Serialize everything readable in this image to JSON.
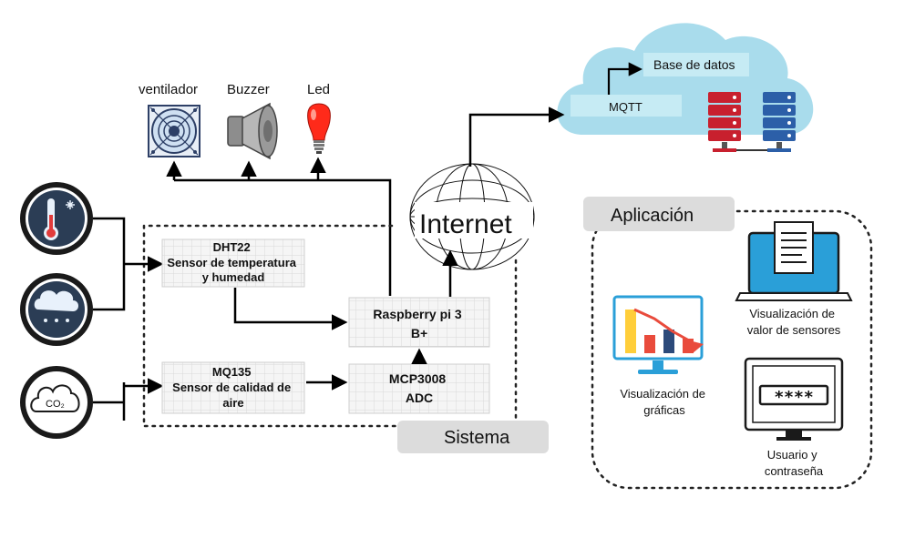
{
  "outputs": {
    "fan": "ventilador",
    "buzzer": "Buzzer",
    "led": "Led"
  },
  "blocks": {
    "dht22": [
      "DHT22",
      "Sensor de temperatura",
      "y humedad"
    ],
    "mq135": [
      "MQ135",
      "Sensor de calidad de",
      "aire"
    ],
    "raspberry": [
      "Raspberry pi 3",
      "B+"
    ],
    "mcp3008": [
      "MCP3008",
      "ADC"
    ]
  },
  "labels": {
    "sistema": "Sistema",
    "internet": "Internet",
    "aplicacion": "Aplicación",
    "co2": "CO₂"
  },
  "cloud": {
    "mqtt": "MQTT",
    "database": "Base de datos"
  },
  "app": {
    "charts": [
      "Visualización de",
      "gráficas"
    ],
    "sensors": [
      "Visualización de",
      "valor de sensores"
    ],
    "login": [
      "Usuario y",
      "contraseña"
    ],
    "password_mask": "****"
  },
  "colors": {
    "cloud": "#a9dcec",
    "cloud_band": "#c6ebf4",
    "server_red": "#c8202e",
    "server_blue": "#2c5fa8",
    "block_fill": "#f3f3f3",
    "tag_fill": "#dcdcdc",
    "monitor_blue": "#2a9fd8",
    "led_red": "#ff2a1a",
    "sensor_ring": "#1a1a1a",
    "sensor_inner": "#2b3d55"
  }
}
